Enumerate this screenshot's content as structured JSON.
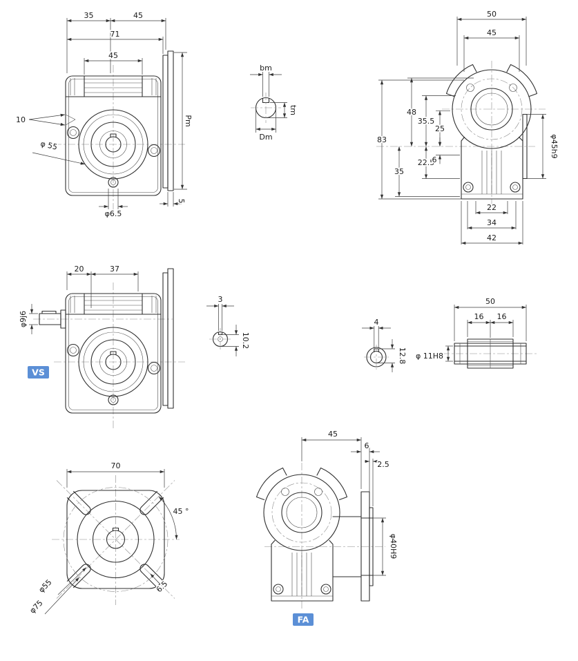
{
  "colors": {
    "badge": "#5b8fd6",
    "line": "#2e2e2e",
    "background": "#ffffff"
  },
  "views": {
    "front": {
      "dim_35": "35",
      "dim_45_top": "45",
      "dim_71": "71",
      "dim_45_boss": "45",
      "dim_10": "10",
      "dia_55": "φ 55",
      "pm": "Pm",
      "dim_5": "5",
      "dia_6_5": "φ6.5"
    },
    "motor_shaft_section": {
      "bm": "bm",
      "tm": "tm",
      "dm": "Dm"
    },
    "side": {
      "dim_50": "50",
      "dim_45": "45",
      "dim_83": "83",
      "dim_48": "48",
      "dim_35_5": "35.5",
      "dim_25": "25",
      "dim_35": "35",
      "dim_22_5": "22.5",
      "dim_6": "6",
      "dia_45h9": "φ45h9",
      "dim_22": "22",
      "dim_34": "34",
      "dim_42": "42"
    },
    "vs": {
      "dim_20": "20",
      "dim_37": "37",
      "dia_9j6": "φ9j6",
      "label": "VS"
    },
    "key_section": {
      "dim_3": "3",
      "dim_10_2": "10.2"
    },
    "bore_section": {
      "dim_4": "4",
      "dim_12_8": "12.8"
    },
    "hollow_shaft": {
      "dim_50": "50",
      "dim_16_left": "16",
      "dim_16_right": "16",
      "dia_11h8": "φ 11H8"
    },
    "output_flange": {
      "dim_70": "70",
      "angle_45": "45 °",
      "dia_55": "φ55",
      "dia_75": "φ75",
      "dim_6_5": "6.5"
    },
    "fa": {
      "dim_45": "45",
      "dim_6": "6",
      "dim_2_5": "2.5",
      "dia_40h9": "φ40H9",
      "label": "FA"
    }
  }
}
